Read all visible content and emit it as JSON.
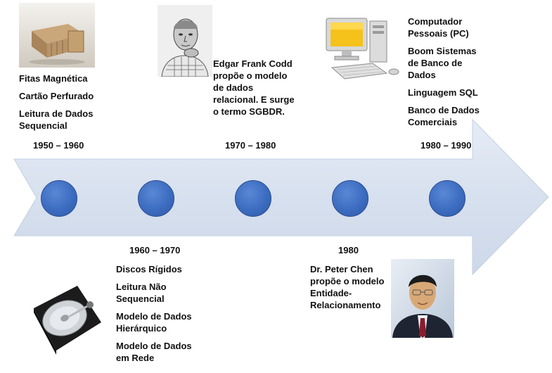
{
  "timeline": {
    "arrow_colors": {
      "fill": "#dde5f1",
      "edge": "#b8c6dc",
      "dot": "#3c6cc0"
    },
    "periods": [
      {
        "label": "1950 – 1960"
      },
      {
        "label": "1960 – 1970"
      },
      {
        "label": "1970 – 1980"
      },
      {
        "label": "1980"
      },
      {
        "label": "1980 – 1990"
      }
    ],
    "milestones_1950_1960": [
      "Fitas Magnética",
      "Cartão Perfurado",
      "Leitura de Dados Sequencial"
    ],
    "milestones_1960_1970": [
      "Discos Rígidos",
      "Leitura Não Sequencial",
      "Modelo de Dados Hierárquico",
      "Modelo de Dados em Rede"
    ],
    "milestones_1970_1980": [
      "Edgar Frank Codd propõe o modelo de dados relacional. E surge o termo SGBDR."
    ],
    "milestones_1980": [
      "Dr. Peter Chen propõe o modelo Entidade-Relacionamento"
    ],
    "milestones_1980_1990": [
      "Computador Pessoais (PC)",
      "Boom Sistemas de Banco de Dados",
      "Linguagem SQL",
      "Banco de Dados Comerciais"
    ]
  },
  "images": {
    "tape_icon": "magnetic-tape-photo",
    "hdd_icon": "hard-disk-photo",
    "codd_icon": "edgar-codd-portrait",
    "pc_icon": "personal-computer-illustration",
    "chen_icon": "peter-chen-portrait"
  }
}
